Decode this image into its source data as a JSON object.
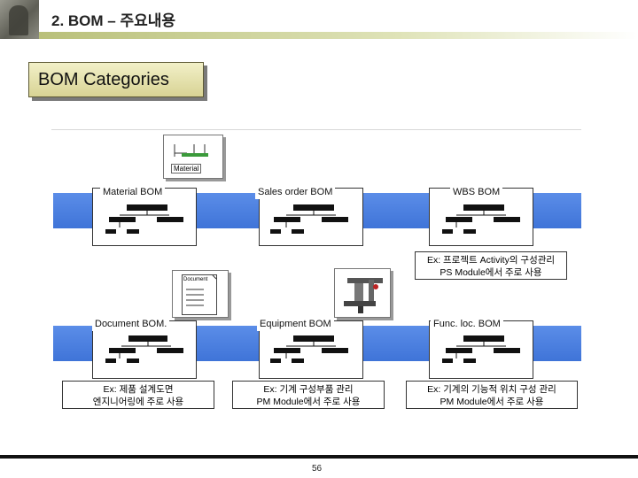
{
  "header": {
    "title": "2. BOM – 주요내용"
  },
  "category_tab": {
    "label": "BOM Categories"
  },
  "thumbnails": {
    "material_caption": "Material",
    "document_caption": "Document"
  },
  "boms": [
    {
      "title": "Material BOM"
    },
    {
      "title": "Sales order BOM"
    },
    {
      "title": "WBS BOM"
    },
    {
      "title": "Document BOM."
    },
    {
      "title": "Equipment BOM"
    },
    {
      "title": "Func. loc. BOM"
    }
  ],
  "notes": [
    {
      "line1": "Ex: 프로젝트 Activity의 구성관리",
      "line2": "PS Module에서 주로 사용"
    },
    {
      "line1": "Ex: 제품 설계도면",
      "line2": "엔지니어링에 주로 사용"
    },
    {
      "line1": "Ex: 기계 구성부품 관리",
      "line2": "PM Module에서 주로 사용"
    },
    {
      "line1": "Ex: 기계의 기능적 위치 구성 관리",
      "line2": "PM Module에서 주로 사용"
    }
  ],
  "footer": {
    "page_number": "56"
  },
  "colors": {
    "band": "#4a7ee0",
    "tab": "#e6e2b0",
    "header_band": "#c8cd8f"
  }
}
